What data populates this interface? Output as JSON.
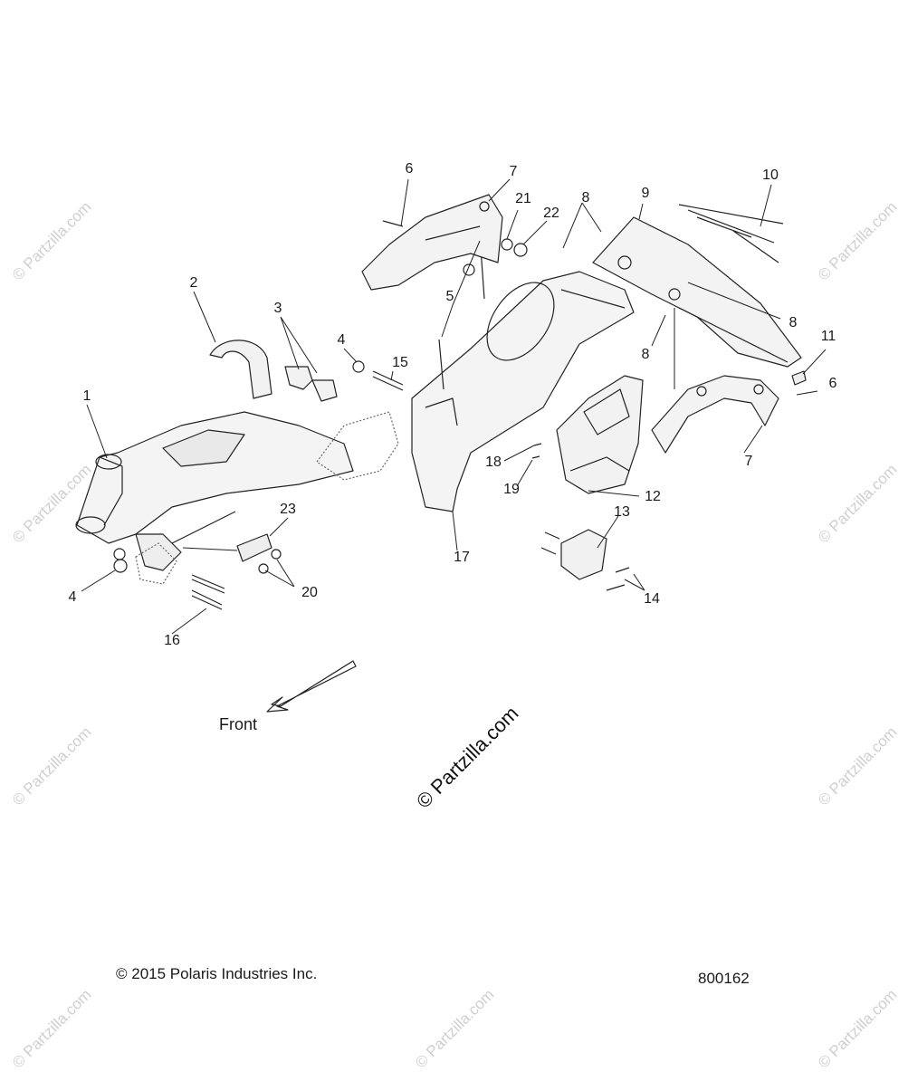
{
  "callouts": [
    {
      "id": "1",
      "text": "1"
    },
    {
      "id": "2",
      "text": "2"
    },
    {
      "id": "3",
      "text": "3"
    },
    {
      "id": "4a",
      "text": "4"
    },
    {
      "id": "4b",
      "text": "4"
    },
    {
      "id": "5",
      "text": "5"
    },
    {
      "id": "6a",
      "text": "6"
    },
    {
      "id": "6b",
      "text": "6"
    },
    {
      "id": "7a",
      "text": "7"
    },
    {
      "id": "7b",
      "text": "7"
    },
    {
      "id": "8a",
      "text": "8"
    },
    {
      "id": "8b",
      "text": "8"
    },
    {
      "id": "8c",
      "text": "8"
    },
    {
      "id": "9",
      "text": "9"
    },
    {
      "id": "10",
      "text": "10"
    },
    {
      "id": "11",
      "text": "11"
    },
    {
      "id": "12",
      "text": "12"
    },
    {
      "id": "13",
      "text": "13"
    },
    {
      "id": "14",
      "text": "14"
    },
    {
      "id": "15",
      "text": "15"
    },
    {
      "id": "16",
      "text": "16"
    },
    {
      "id": "17",
      "text": "17"
    },
    {
      "id": "18",
      "text": "18"
    },
    {
      "id": "19",
      "text": "19"
    },
    {
      "id": "20",
      "text": "20"
    },
    {
      "id": "21",
      "text": "21"
    },
    {
      "id": "22",
      "text": "22"
    },
    {
      "id": "23",
      "text": "23"
    }
  ],
  "front_label": "Front",
  "copyright": "© 2015 Polaris Industries Inc.",
  "part_number": "800162",
  "watermark": "© Partzilla.com"
}
